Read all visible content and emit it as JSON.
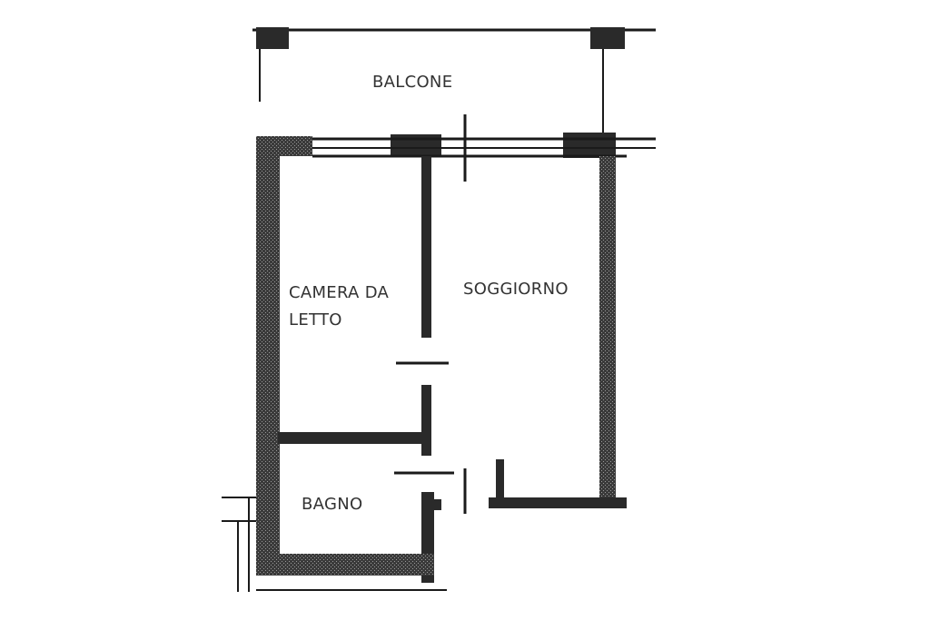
{
  "rooms": {
    "balcony": "BALCONE",
    "bedroom_line1": "CAMERA DA",
    "bedroom_line2": "LETTO",
    "living": "SOGGIORNO",
    "bathroom": "BAGNO"
  }
}
